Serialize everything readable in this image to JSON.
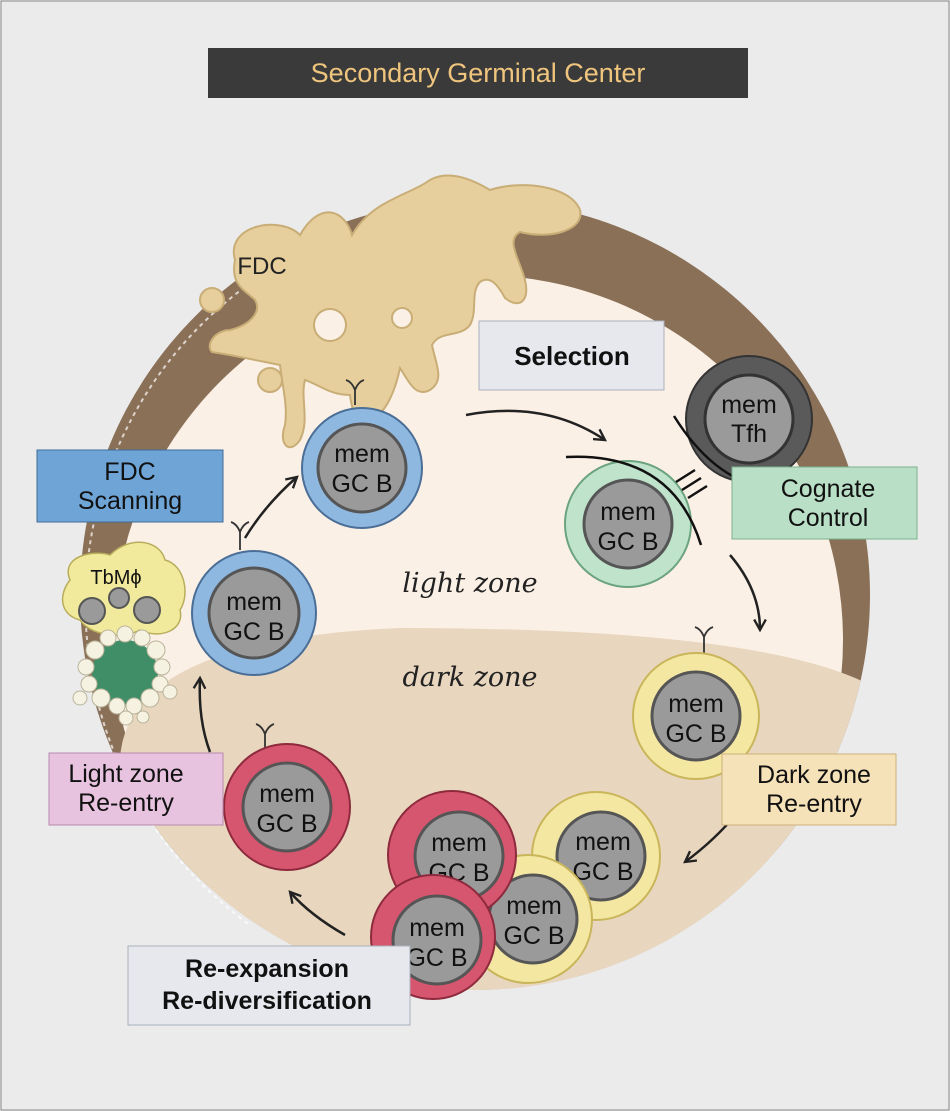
{
  "title": "Secondary Germinal Center",
  "colors": {
    "background": "#ebebeb",
    "outer_ring": "#8b7058",
    "light_zone": "#fbf0e6",
    "dark_zone": "#e8d7be",
    "fdc": "#e6cf9c",
    "nucleus": "#9a9a9a",
    "blue_ring": "#8fb8e0",
    "green_ring": "#bfe3cb",
    "yellow_ring": "#f3e7a2",
    "red_ring": "#d6566f",
    "tfh_ring": "#5a5a5a",
    "tbm": "#f1ea9c",
    "tbm_body": "#3f8e67"
  },
  "labels": {
    "fdc": "FDC",
    "tbm": "TbMϕ",
    "light_zone": "light zone",
    "dark_zone": "dark zone"
  },
  "boxes": {
    "selection": "Selection",
    "fdc_scanning": [
      "FDC",
      "Scanning"
    ],
    "cognate_control": [
      "Cognate",
      "Control"
    ],
    "dark_zone_reentry": [
      "Dark zone",
      "Re-entry"
    ],
    "light_zone_reentry": [
      "Light zone",
      "Re-entry"
    ],
    "reexpansion": [
      "Re-expansion",
      "Re-diversification"
    ]
  },
  "cell_text": {
    "mem": "mem",
    "gcb": "GC B",
    "tfh": "Tfh"
  }
}
